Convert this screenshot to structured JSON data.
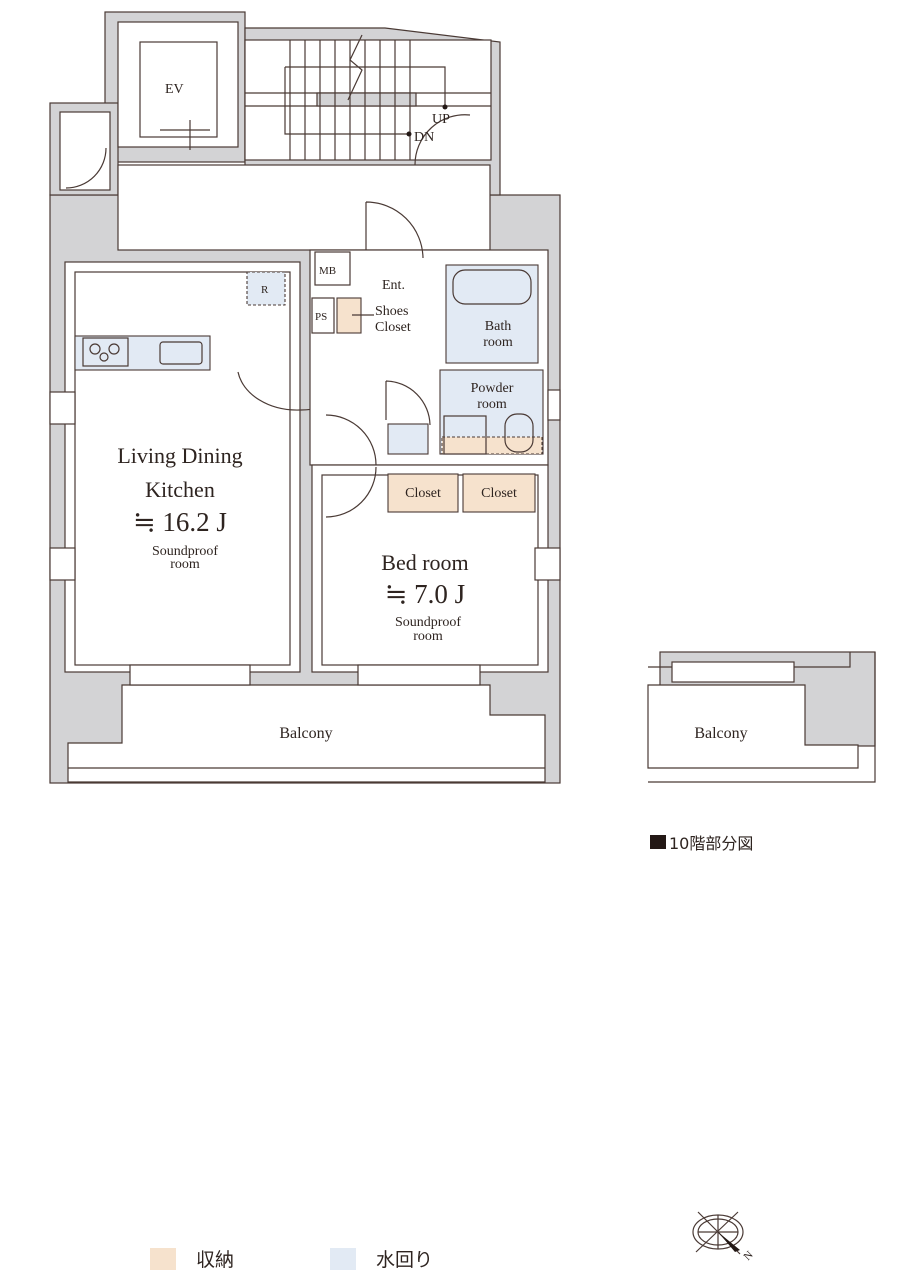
{
  "colors": {
    "wall": "#d3d3d5",
    "storage": "#f6e2cd",
    "water": "#e2eaf4",
    "line": "#4a3a35"
  },
  "labels": {
    "ev": "EV",
    "up": "UP",
    "dn": "DN",
    "mb": "MB",
    "ps": "PS",
    "r": "R",
    "ent": "Ent.",
    "shoes_1": "Shoes",
    "shoes_2": "Closet",
    "bath_1": "Bath",
    "bath_2": "room",
    "powder_1": "Powder",
    "powder_2": "room",
    "closet_1": "Closet",
    "closet_2": "Closet",
    "ldk_1": "Living Dining",
    "ldk_2": "Kitchen",
    "ldk_area": "≒ 16.2 J",
    "ldk_sp_1": "Soundproof",
    "ldk_sp_2": "room",
    "bed": "Bed room",
    "bed_area": "≒ 7.0 J",
    "bed_sp_1": "Soundproof",
    "bed_sp_2": "room",
    "balcony": "Balcony",
    "balcony_partial": "Balcony",
    "compass_n": "N"
  },
  "partial_note": "10階部分図",
  "legend": [
    {
      "label": "収納",
      "color": "#f6e2cd"
    },
    {
      "label": "水回り",
      "color": "#e2eaf4"
    }
  ]
}
